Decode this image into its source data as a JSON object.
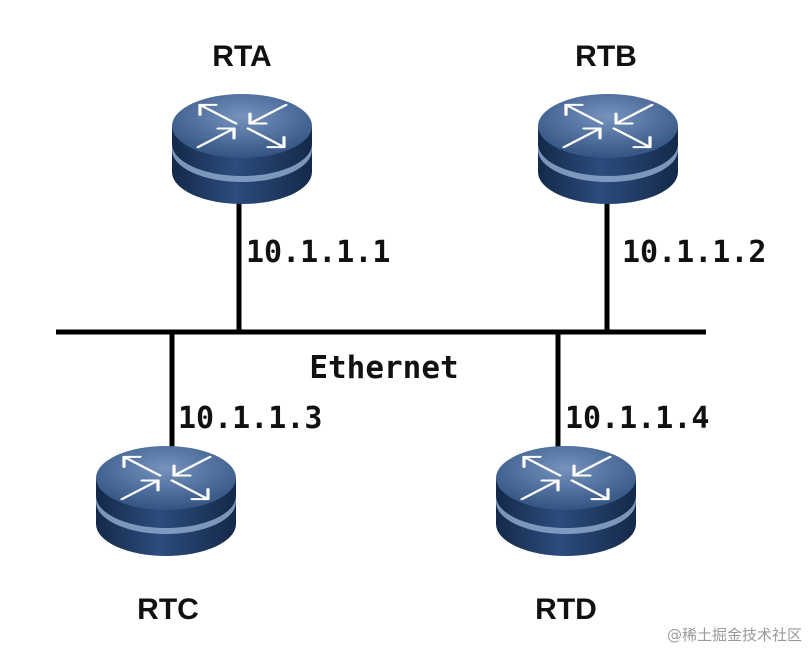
{
  "network": {
    "segment_label": "Ethernet"
  },
  "routers": [
    {
      "name": "RTA",
      "ip": "10.1.1.1"
    },
    {
      "name": "RTB",
      "ip": "10.1.1.2"
    },
    {
      "name": "RTC",
      "ip": "10.1.1.3"
    },
    {
      "name": "RTD",
      "ip": "10.1.1.4"
    }
  ],
  "colors": {
    "router_top": "#5b7aa6",
    "router_side": "#1f3a63",
    "router_band": "#8ea8cc",
    "link": "#000000"
  },
  "icons": {
    "router": "router-icon"
  },
  "watermark": "@稀土掘金技术社区"
}
